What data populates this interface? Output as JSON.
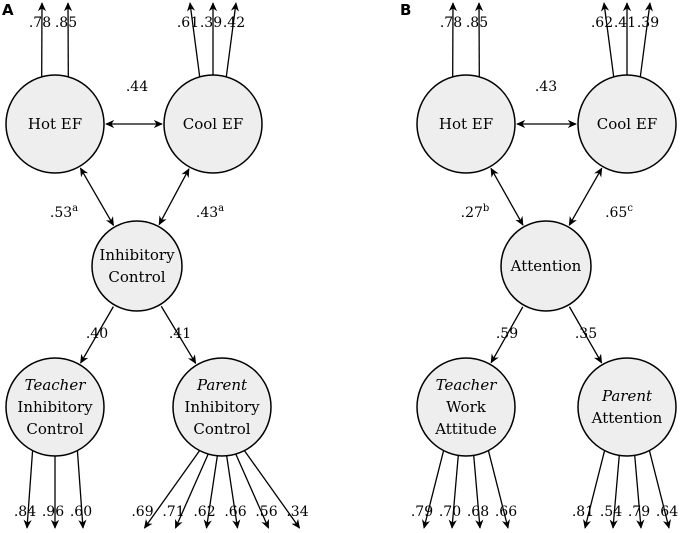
{
  "panels": [
    {
      "label": "A",
      "nodes": [
        {
          "id": "hot",
          "lines": [
            {
              "text": "Hot EF",
              "italic": false
            }
          ]
        },
        {
          "id": "cool",
          "lines": [
            {
              "text": "Cool EF",
              "italic": false
            }
          ]
        },
        {
          "id": "center",
          "lines": [
            {
              "text": "Inhibitory",
              "italic": false
            },
            {
              "text": "Control",
              "italic": false
            }
          ]
        },
        {
          "id": "bl",
          "lines": [
            {
              "text": "Teacher",
              "italic": true
            },
            {
              "text": "Inhibitory",
              "italic": false
            },
            {
              "text": "Control",
              "italic": false
            }
          ]
        },
        {
          "id": "br",
          "lines": [
            {
              "text": "Parent",
              "italic": true
            },
            {
              "text": "Inhibitory",
              "italic": false
            },
            {
              "text": "Control",
              "italic": false
            }
          ]
        }
      ],
      "hot_loadings": [
        ".78",
        ".85"
      ],
      "cool_loadings": [
        ".61",
        ".39",
        ".42"
      ],
      "hot_cool_corr": ".44",
      "hot_path": {
        "value": ".53",
        "sup": "a"
      },
      "cool_path": {
        "value": ".43",
        "sup": "a"
      },
      "bl_path": ".40",
      "br_path": ".41",
      "bl_loadings": [
        ".84",
        ".96",
        ".60"
      ],
      "br_loadings": [
        ".69",
        ".71",
        ".62",
        ".66",
        ".56",
        ".34"
      ]
    },
    {
      "label": "B",
      "nodes": [
        {
          "id": "hot",
          "lines": [
            {
              "text": "Hot EF",
              "italic": false
            }
          ]
        },
        {
          "id": "cool",
          "lines": [
            {
              "text": "Cool EF",
              "italic": false
            }
          ]
        },
        {
          "id": "center",
          "lines": [
            {
              "text": "Attention",
              "italic": false
            }
          ]
        },
        {
          "id": "bl",
          "lines": [
            {
              "text": "Teacher",
              "italic": true
            },
            {
              "text": "Work",
              "italic": false
            },
            {
              "text": "Attitude",
              "italic": false
            }
          ]
        },
        {
          "id": "br",
          "lines": [
            {
              "text": "Parent",
              "italic": true
            },
            {
              "text": "Attention",
              "italic": false
            }
          ]
        }
      ],
      "hot_loadings": [
        ".78",
        ".85"
      ],
      "cool_loadings": [
        ".62",
        ".41",
        ".39"
      ],
      "hot_cool_corr": ".43",
      "hot_path": {
        "value": ".27",
        "sup": "b"
      },
      "cool_path": {
        "value": ".65",
        "sup": "c"
      },
      "bl_path": ".59",
      "br_path": ".35",
      "bl_loadings": [
        ".79",
        ".70",
        ".68",
        ".66"
      ],
      "br_loadings": [
        ".81",
        ".54",
        ".79",
        ".64"
      ]
    }
  ]
}
